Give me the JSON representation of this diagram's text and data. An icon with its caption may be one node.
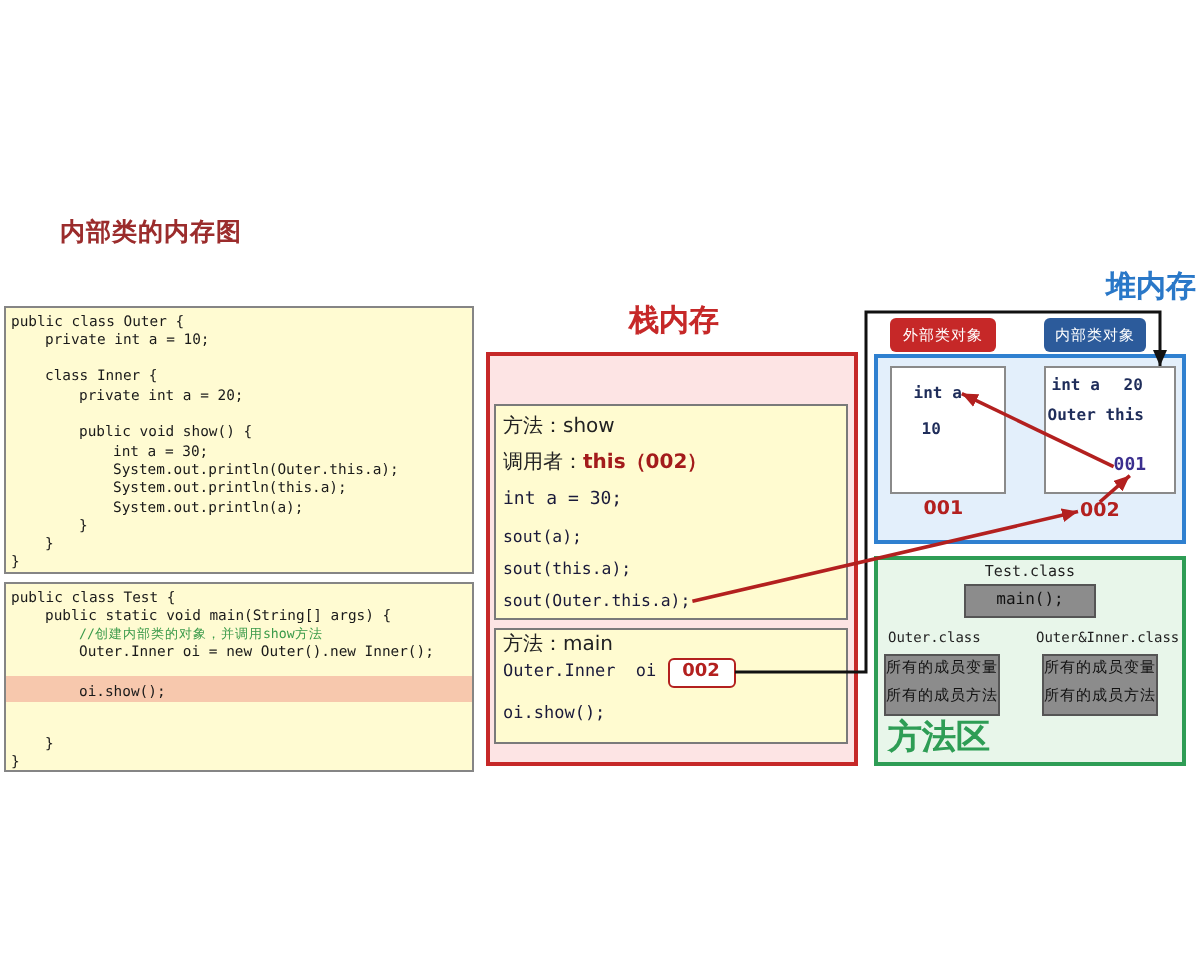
{
  "diagram": {
    "title": "内部类的内存图",
    "nodes": [
      {
        "text": [
          "public class Outer {",
          "private int a = 10;",
          "class Inner {",
          "private int a = 20;",
          "public void show() {",
          "int a = 30;",
          "System.out.println(Outer.this.a);",
          "System.out.println(this.a);",
          "System.out.println(a);",
          "}",
          "}",
          "}"
        ]
      },
      {
        "text": [
          "public class Test {",
          "public static void main(String[] args) {",
          "//创建内部类的对象，并调用show方法",
          "Outer.Inner oi = new Outer().new Inner();",
          "oi.show();",
          "}",
          "}"
        ]
      },
      {
        "text": [
          "栈内存"
        ]
      },
      {
        "text": [
          "方法：show",
          "调用者：**this（002）**",
          "int a = 30;",
          "sout(a);",
          "sout(this.a);"
        ],
        "in": 2
      },
      {
        "text": [
          "sout(Outer.this.a);"
        ],
        "in": 3
      },
      {
        "text": [
          "方法：main",
          "Outer.Inner oi",
          "oi.show();"
        ],
        "in": 2
      },
      {
        "text": [
          "002"
        ],
        "in": 5
      },
      {
        "text": [
          "堆内存"
        ]
      },
      {
        "text": [
          "外部类对象"
        ]
      },
      {
        "text": [
          "10"
        ],
        "in": 7,
        "beside": [
          "001"
        ]
      },
      {
        "text": [
          "int a"
        ],
        "in": 9
      },
      {
        "text": [
          "内部类对象"
        ]
      },
      {
        "text": [
          "int a",
          "20",
          "Outer this"
        ],
        "in": 7
      },
      {
        "text": [
          "001"
        ],
        "in": 12
      },
      {
        "text": [
          "002"
        ],
        "in": 7
      },
      {
        "text": [
          "方法区"
        ]
      },
      {
        "text": [
          "Test.class",
          "main();"
        ],
        "in": 15
      },
      {
        "text": [
          "Outer.class",
          "所有的成员变量",
          "所有的成员方法"
        ],
        "in": 15
      },
      {
        "text": [
          "Outer&Inner.class",
          "所有的成员变量",
          "所有的成员方法"
        ],
        "in": 15
      }
    ],
    "edges": [
      {
        "from": 6,
        "to": 12,
        "arrow": "to",
        "color": "#111111"
      },
      {
        "from": 4,
        "to": 14,
        "arrow": "to"
      },
      {
        "from": 14,
        "to": 13,
        "arrow": "to"
      },
      {
        "from": 13,
        "to": 10,
        "arrow": "to"
      }
    ]
  }
}
